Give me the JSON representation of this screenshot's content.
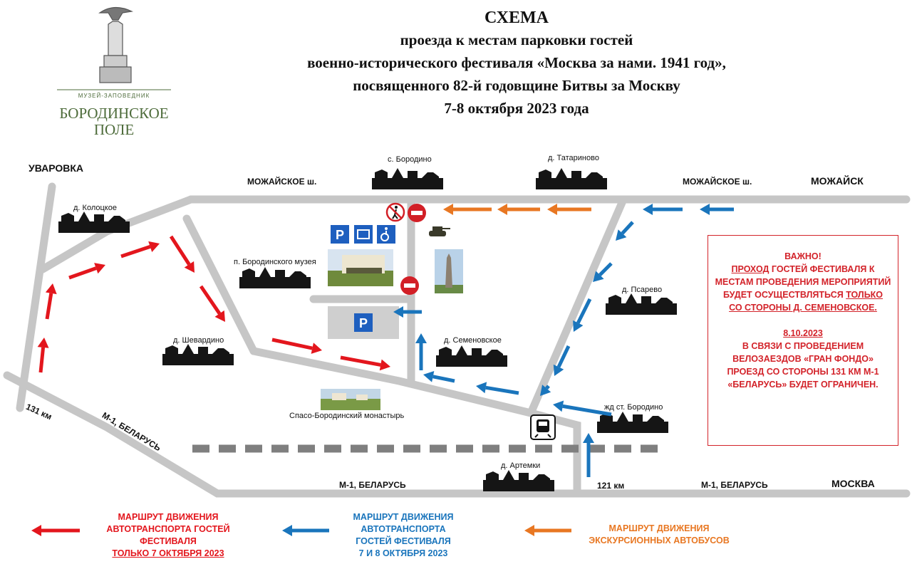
{
  "title": {
    "line1": "СХЕМА",
    "line2": "проезда к местам парковки гостей",
    "line3": "военно-исторического фестиваля «Москва за нами. 1941 год»,",
    "line4": "посвященного 82-й годовщине Битвы за Москву",
    "line5": "7-8 октября 2023 года"
  },
  "logo": {
    "small": "МУЗЕЙ-ЗАПОВЕДНИК",
    "big_line1": "БОРОДИНСКОЕ",
    "big_line2": "ПОЛЕ"
  },
  "cities": {
    "uvarovka": "УВАРОВКА",
    "mozhaisk": "МОЖАЙСК",
    "moskva": "МОСКВА"
  },
  "roads": {
    "mozhaiskoe_left": "МОЖАЙСКОЕ ш.",
    "mozhaiskoe_right": "МОЖАЙСКОЕ ш.",
    "m1_diagonal": "М-1, БЕЛАРУСЬ",
    "m1_bottom_left": "М-1, БЕЛАРУСЬ",
    "m1_bottom_right": "М-1, БЕЛАРУСЬ",
    "km131": "131 км",
    "km121": "121 км"
  },
  "places": {
    "kolotskoe": "д. Колоцкое",
    "borodino": "с. Бородино",
    "tatarinovo": "д. Татариново",
    "museum": "п. Бородинского музея",
    "psarevo": "д. Псарево",
    "shevardino": "д. Шевардино",
    "semenovskoe": "д. Семеновское",
    "monastery": "Спасо-Бородинский монастырь",
    "station": "жд ст. Бородино",
    "artemki": "д. Артемки"
  },
  "signs": {
    "parking": "P"
  },
  "notice": {
    "heading": "ВАЖНО!",
    "p1_u1": "ПРОХОД",
    "p1_a": " ГОСТЕЙ ФЕСТИВАЛЯ К МЕСТАМ ПРОВЕДЕНИЯ МЕРОПРИЯТИЙ БУДЕТ ОСУЩЕСТВЛЯТЬСЯ ",
    "p1_u2": "ТОЛЬКО",
    "p1_u3": "СО СТОРОНЫ Д. СЕМЕНОВСКОЕ.",
    "date": "8.10.2023",
    "p2": "В СВЯЗИ С ПРОВЕДЕНИЕМ ВЕЛОЗАЕЗДОВ «ГРАН ФОНДО» ПРОЕЗД СО СТОРОНЫ 131 КМ М-1 «БЕЛАРУСЬ» БУДЕТ ОГРАНИЧЕН."
  },
  "legend": {
    "red_line1": "МАРШРУТ ДВИЖЕНИЯ",
    "red_line2": "АВТОТРАНСПОРТА ГОСТЕЙ",
    "red_line3": "ФЕСТИВАЛЯ",
    "red_line4": "ТОЛЬКО 7 ОКТЯБРЯ 2023",
    "blue_line1": "МАРШРУТ ДВИЖЕНИЯ",
    "blue_line2": "АВТОТРАНСПОРТА",
    "blue_line3": "ГОСТЕЙ ФЕСТИВАЛЯ",
    "blue_line4": "7 И 8 ОКТЯБРЯ 2023",
    "orange_line1": "МАРШРУТ ДВИЖЕНИЯ",
    "orange_line2": "ЭКСКУРСИОННЫХ АВТОБУСОВ"
  },
  "colors": {
    "red": "#e3161d",
    "blue": "#1a75bc",
    "orange": "#e87722",
    "road": "#c6c6c6",
    "notice": "#d3232a",
    "logo": "#4d6b3a"
  }
}
